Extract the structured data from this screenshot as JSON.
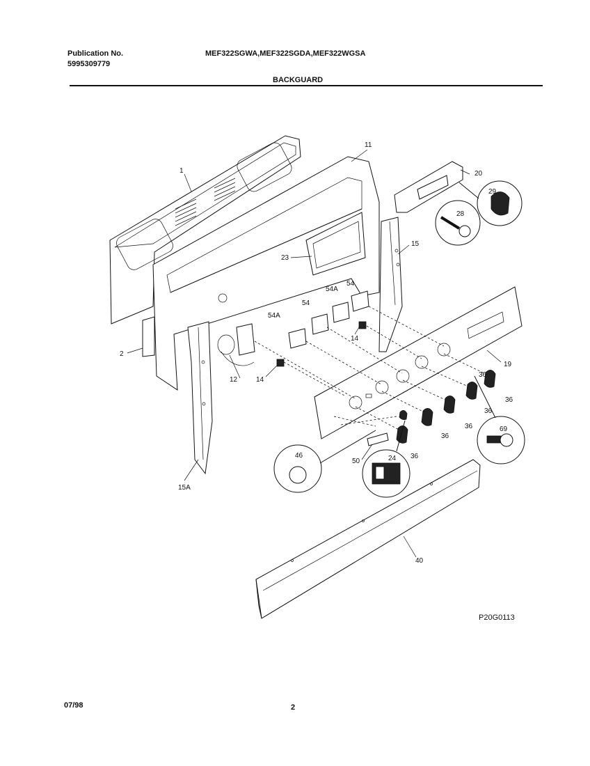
{
  "header": {
    "publication_label": "Publication No.",
    "publication_number": "5995309779",
    "models": "MEF322SGWA,MEF322SGDA,MEF322WGSA",
    "section_title": "BACKGUARD"
  },
  "diagram": {
    "drawing_id": "P20G0113",
    "callouts": {
      "c1": "1",
      "c2": "2",
      "c11": "11",
      "c12": "12",
      "c14a": "14",
      "c14b": "14",
      "c15": "15",
      "c15a": "15A",
      "c19": "19",
      "c20": "20",
      "c23": "23",
      "c24": "24",
      "c28": "28",
      "c29": "29",
      "c36a": "36",
      "c36b": "36",
      "c36c": "36",
      "c36d": "36",
      "c36e": "36",
      "c36f": "36",
      "c40": "40",
      "c46": "46",
      "c50": "50",
      "c54a": "54",
      "c54b": "54",
      "c54A1": "54A",
      "c54A2": "54A",
      "c69": "69"
    }
  },
  "footer": {
    "date": "07/98",
    "page_number": "2"
  }
}
